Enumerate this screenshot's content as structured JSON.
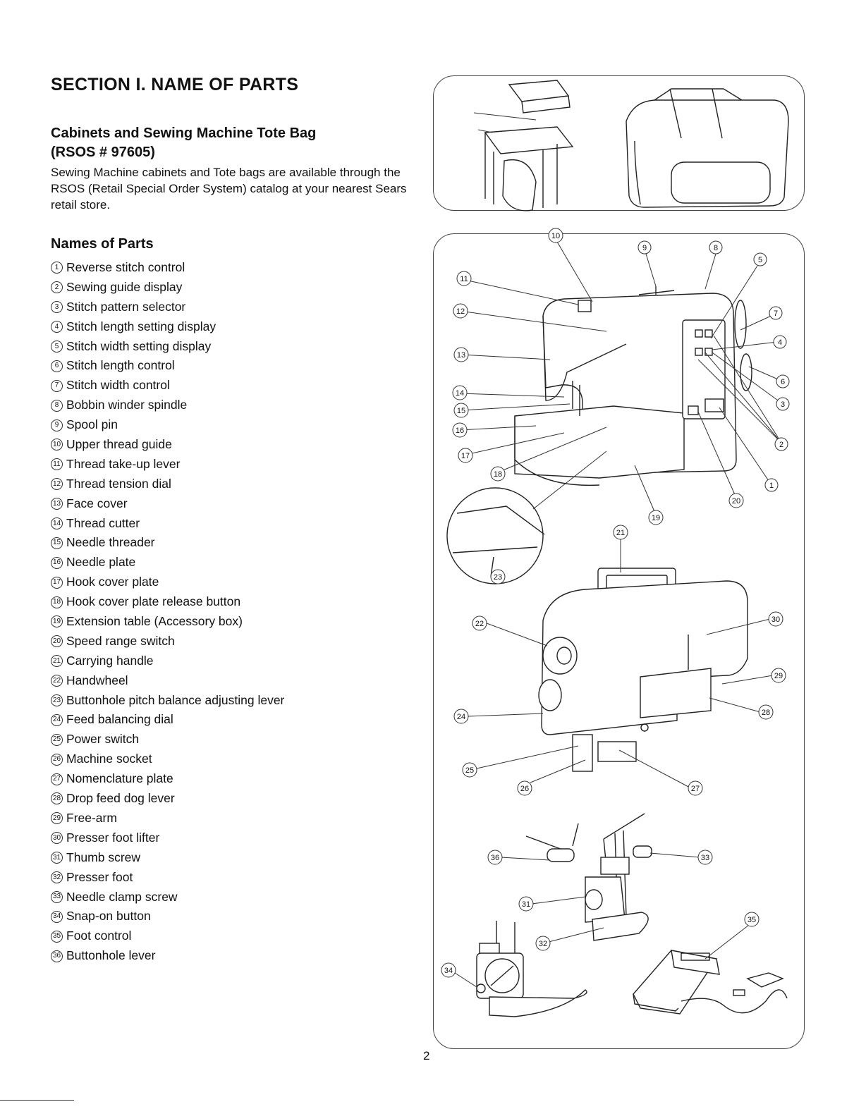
{
  "section_title": "SECTION I. NAME OF PARTS",
  "cabinets": {
    "title_line1": "Cabinets and Sewing Machine Tote Bag",
    "title_line2": "(RSOS # 97605)",
    "body": "Sewing Machine cabinets and Tote bags are available through the RSOS (Retail Special Order System) catalog at your nearest Sears retail store."
  },
  "parts_heading": "Names of Parts",
  "parts": [
    {
      "num": "1",
      "label": "Reverse stitch control"
    },
    {
      "num": "2",
      "label": "Sewing guide display"
    },
    {
      "num": "3",
      "label": "Stitch pattern selector"
    },
    {
      "num": "4",
      "label": "Stitch length setting display"
    },
    {
      "num": "5",
      "label": "Stitch width setting display"
    },
    {
      "num": "6",
      "label": "Stitch length control"
    },
    {
      "num": "7",
      "label": "Stitch width control"
    },
    {
      "num": "8",
      "label": "Bobbin winder spindle"
    },
    {
      "num": "9",
      "label": "Spool pin"
    },
    {
      "num": "10",
      "label": "Upper thread guide"
    },
    {
      "num": "11",
      "label": "Thread take-up lever"
    },
    {
      "num": "12",
      "label": "Thread tension dial"
    },
    {
      "num": "13",
      "label": "Face cover"
    },
    {
      "num": "14",
      "label": "Thread cutter"
    },
    {
      "num": "15",
      "label": "Needle threader"
    },
    {
      "num": "16",
      "label": "Needle plate"
    },
    {
      "num": "17",
      "label": "Hook cover plate"
    },
    {
      "num": "18",
      "label": "Hook cover plate release button"
    },
    {
      "num": "19",
      "label": "Extension table (Accessory box)"
    },
    {
      "num": "20",
      "label": "Speed range switch"
    },
    {
      "num": "21",
      "label": "Carrying handle"
    },
    {
      "num": "22",
      "label": "Handwheel"
    },
    {
      "num": "23",
      "label": "Buttonhole pitch balance adjusting lever"
    },
    {
      "num": "24",
      "label": "Feed balancing dial"
    },
    {
      "num": "25",
      "label": "Power switch"
    },
    {
      "num": "26",
      "label": "Machine socket"
    },
    {
      "num": "27",
      "label": "Nomenclature plate"
    },
    {
      "num": "28",
      "label": "Drop feed dog lever"
    },
    {
      "num": "29",
      "label": "Free-arm"
    },
    {
      "num": "30",
      "label": "Presser foot lifter"
    },
    {
      "num": "31",
      "label": "Thumb screw"
    },
    {
      "num": "32",
      "label": "Presser foot"
    },
    {
      "num": "33",
      "label": "Needle clamp screw"
    },
    {
      "num": "34",
      "label": "Snap-on button"
    },
    {
      "num": "35",
      "label": "Foot control"
    },
    {
      "num": "36",
      "label": "Buttonhole lever"
    }
  ],
  "page_number": "2"
}
